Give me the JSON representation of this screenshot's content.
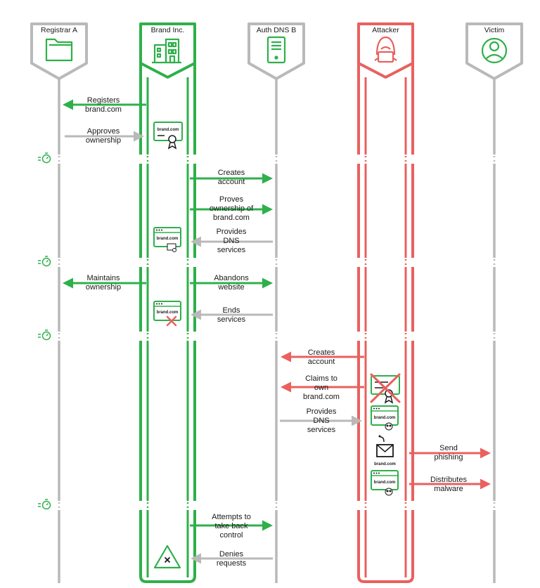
{
  "participants": {
    "registrar": "Registrar A",
    "brand": "Brand Inc.",
    "auth_dns": "Auth DNS B",
    "attacker": "Attacker",
    "victim": "Victim"
  },
  "colors": {
    "green": "#2eb04a",
    "red": "#e9605e",
    "gray": "#b9b9b9"
  },
  "icons": {
    "registrar": "folder-icon",
    "brand": "building-icon",
    "auth_dns": "server-icon",
    "attacker": "hacker-icon",
    "victim": "user-icon",
    "time_marker": "stopwatch-icon",
    "brand_denied": "warning-triangle-icon"
  },
  "badge_domain": "brand.com",
  "messages": {
    "m1": [
      "Registers",
      "brand.com"
    ],
    "m2": [
      "Approves",
      "ownership"
    ],
    "m3": [
      "Creates",
      "account"
    ],
    "m4": [
      "Proves",
      "ownership of",
      "brand.com"
    ],
    "m5": [
      "Provides",
      "DNS",
      "services"
    ],
    "m6": [
      "Maintains",
      "ownership"
    ],
    "m7": [
      "Abandons",
      "website"
    ],
    "m8": [
      "Ends",
      "services"
    ],
    "m9": [
      "Creates",
      "account"
    ],
    "m10": [
      "Claims to",
      "own",
      "brand.com"
    ],
    "m11": [
      "Provides",
      "DNS",
      "services"
    ],
    "m12": [
      "Send",
      "phishing"
    ],
    "m13": [
      "Distributes",
      "malware"
    ],
    "m14": [
      "Attempts to",
      "take back",
      "control"
    ],
    "m15": [
      "Denies",
      "requests"
    ]
  }
}
